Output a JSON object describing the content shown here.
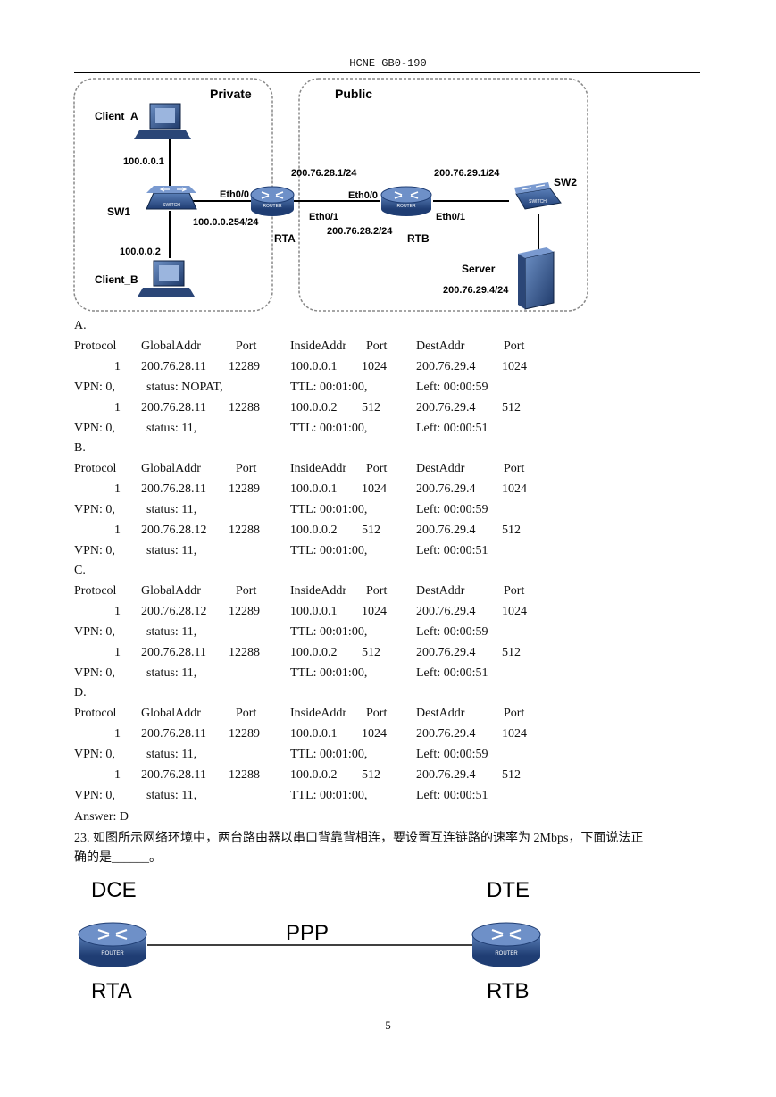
{
  "header": "HCNE GB0-190",
  "figure1": {
    "zone_private": "Private",
    "zone_public": "Public",
    "client_a": "Client_A",
    "client_a_ip": "100.0.0.1",
    "sw1": "SW1",
    "client_b_ip": "100.0.0.2",
    "client_b": "Client_B",
    "rta_eth00": "Eth0/0",
    "rta_lan_ip": "100.0.0.254/24",
    "rta_label": "RTA",
    "rta_wan_ip": "200.76.28.1/24",
    "rta_eth01": "Eth0/1",
    "rtb_eth00": "Eth0/0",
    "rtb_wan_ip": "200.76.28.2/24",
    "rtb_label": "RTB",
    "rtb_eth01": "Eth0/1",
    "rtb_lan_ip": "200.76.29.1/24",
    "sw2": "SW2",
    "server": "Server",
    "server_ip": "200.76.29.4/24",
    "router_text": "ROUTER",
    "switch_text": "SWITCH"
  },
  "options": [
    {
      "letter": "A.",
      "header": [
        "Protocol",
        "GlobalAddr",
        "Port",
        "InsideAddr",
        "Port",
        "DestAddr",
        "Port"
      ],
      "rows": [
        [
          "1",
          "200.76.28.11",
          "12289",
          "100.0.0.1",
          "1024",
          "200.76.29.4",
          "1024"
        ],
        [
          "VPN: 0,",
          "status: NOPAT,",
          "TTL: 00:01:00,",
          "Left: 00:00:59"
        ],
        [
          "1",
          "200.76.28.11",
          "12288",
          "100.0.0.2",
          "512",
          "200.76.29.4",
          "512"
        ],
        [
          "VPN: 0,",
          "status: 11,",
          "TTL: 00:01:00,",
          "Left: 00:00:51"
        ]
      ]
    },
    {
      "letter": "B.",
      "header": [
        "Protocol",
        "GlobalAddr",
        "Port",
        "InsideAddr",
        "Port",
        "DestAddr",
        "Port"
      ],
      "rows": [
        [
          "1",
          "200.76.28.11",
          "12289",
          "100.0.0.1",
          "1024",
          "200.76.29.4",
          "1024"
        ],
        [
          "VPN: 0,",
          "status: 11,",
          "TTL: 00:01:00,",
          "Left: 00:00:59"
        ],
        [
          "1",
          "200.76.28.12",
          "12288",
          "100.0.0.2",
          "512",
          "200.76.29.4",
          "512"
        ],
        [
          "VPN: 0,",
          "status: 11,",
          "TTL: 00:01:00,",
          "Left: 00:00:51"
        ]
      ]
    },
    {
      "letter": "C.",
      "header": [
        "Protocol",
        "GlobalAddr",
        "Port",
        "InsideAddr",
        "Port",
        "DestAddr",
        "Port"
      ],
      "rows": [
        [
          "1",
          "200.76.28.12",
          "12289",
          "100.0.0.1",
          "1024",
          "200.76.29.4",
          "1024"
        ],
        [
          "VPN: 0,",
          "status: 11,",
          "TTL: 00:01:00,",
          "Left: 00:00:59"
        ],
        [
          "1",
          "200.76.28.11",
          "12288",
          "100.0.0.2",
          "512",
          "200.76.29.4",
          "512"
        ],
        [
          "VPN: 0,",
          "status: 11,",
          "TTL: 00:01:00,",
          "Left: 00:00:51"
        ]
      ]
    },
    {
      "letter": "D.",
      "header": [
        "Protocol",
        "GlobalAddr",
        "Port",
        "InsideAddr",
        "Port",
        "DestAddr",
        "Port"
      ],
      "rows": [
        [
          "1",
          "200.76.28.11",
          "12289",
          "100.0.0.1",
          "1024",
          "200.76.29.4",
          "1024"
        ],
        [
          "VPN: 0,",
          "status: 11,",
          "TTL: 00:01:00,",
          "Left: 00:00:59"
        ],
        [
          "1",
          "200.76.28.11",
          "12288",
          "100.0.0.2",
          "512",
          "200.76.29.4",
          "512"
        ],
        [
          "VPN: 0,",
          "status: 11,",
          "TTL: 00:01:00,",
          "Left: 00:00:51"
        ]
      ]
    }
  ],
  "answer": "Answer: D",
  "question23": {
    "line1": "23. 如图所示网络环境中，两台路由器以串口背靠背相连，要设置互连链路的速率为 2Mbps，下面说法正",
    "line2": "确的是______。"
  },
  "figure2": {
    "dce": "DCE",
    "dte": "DTE",
    "link": "PPP",
    "rta": "RTA",
    "rtb": "RTB",
    "router_text": "ROUTER"
  },
  "page_number": "5"
}
